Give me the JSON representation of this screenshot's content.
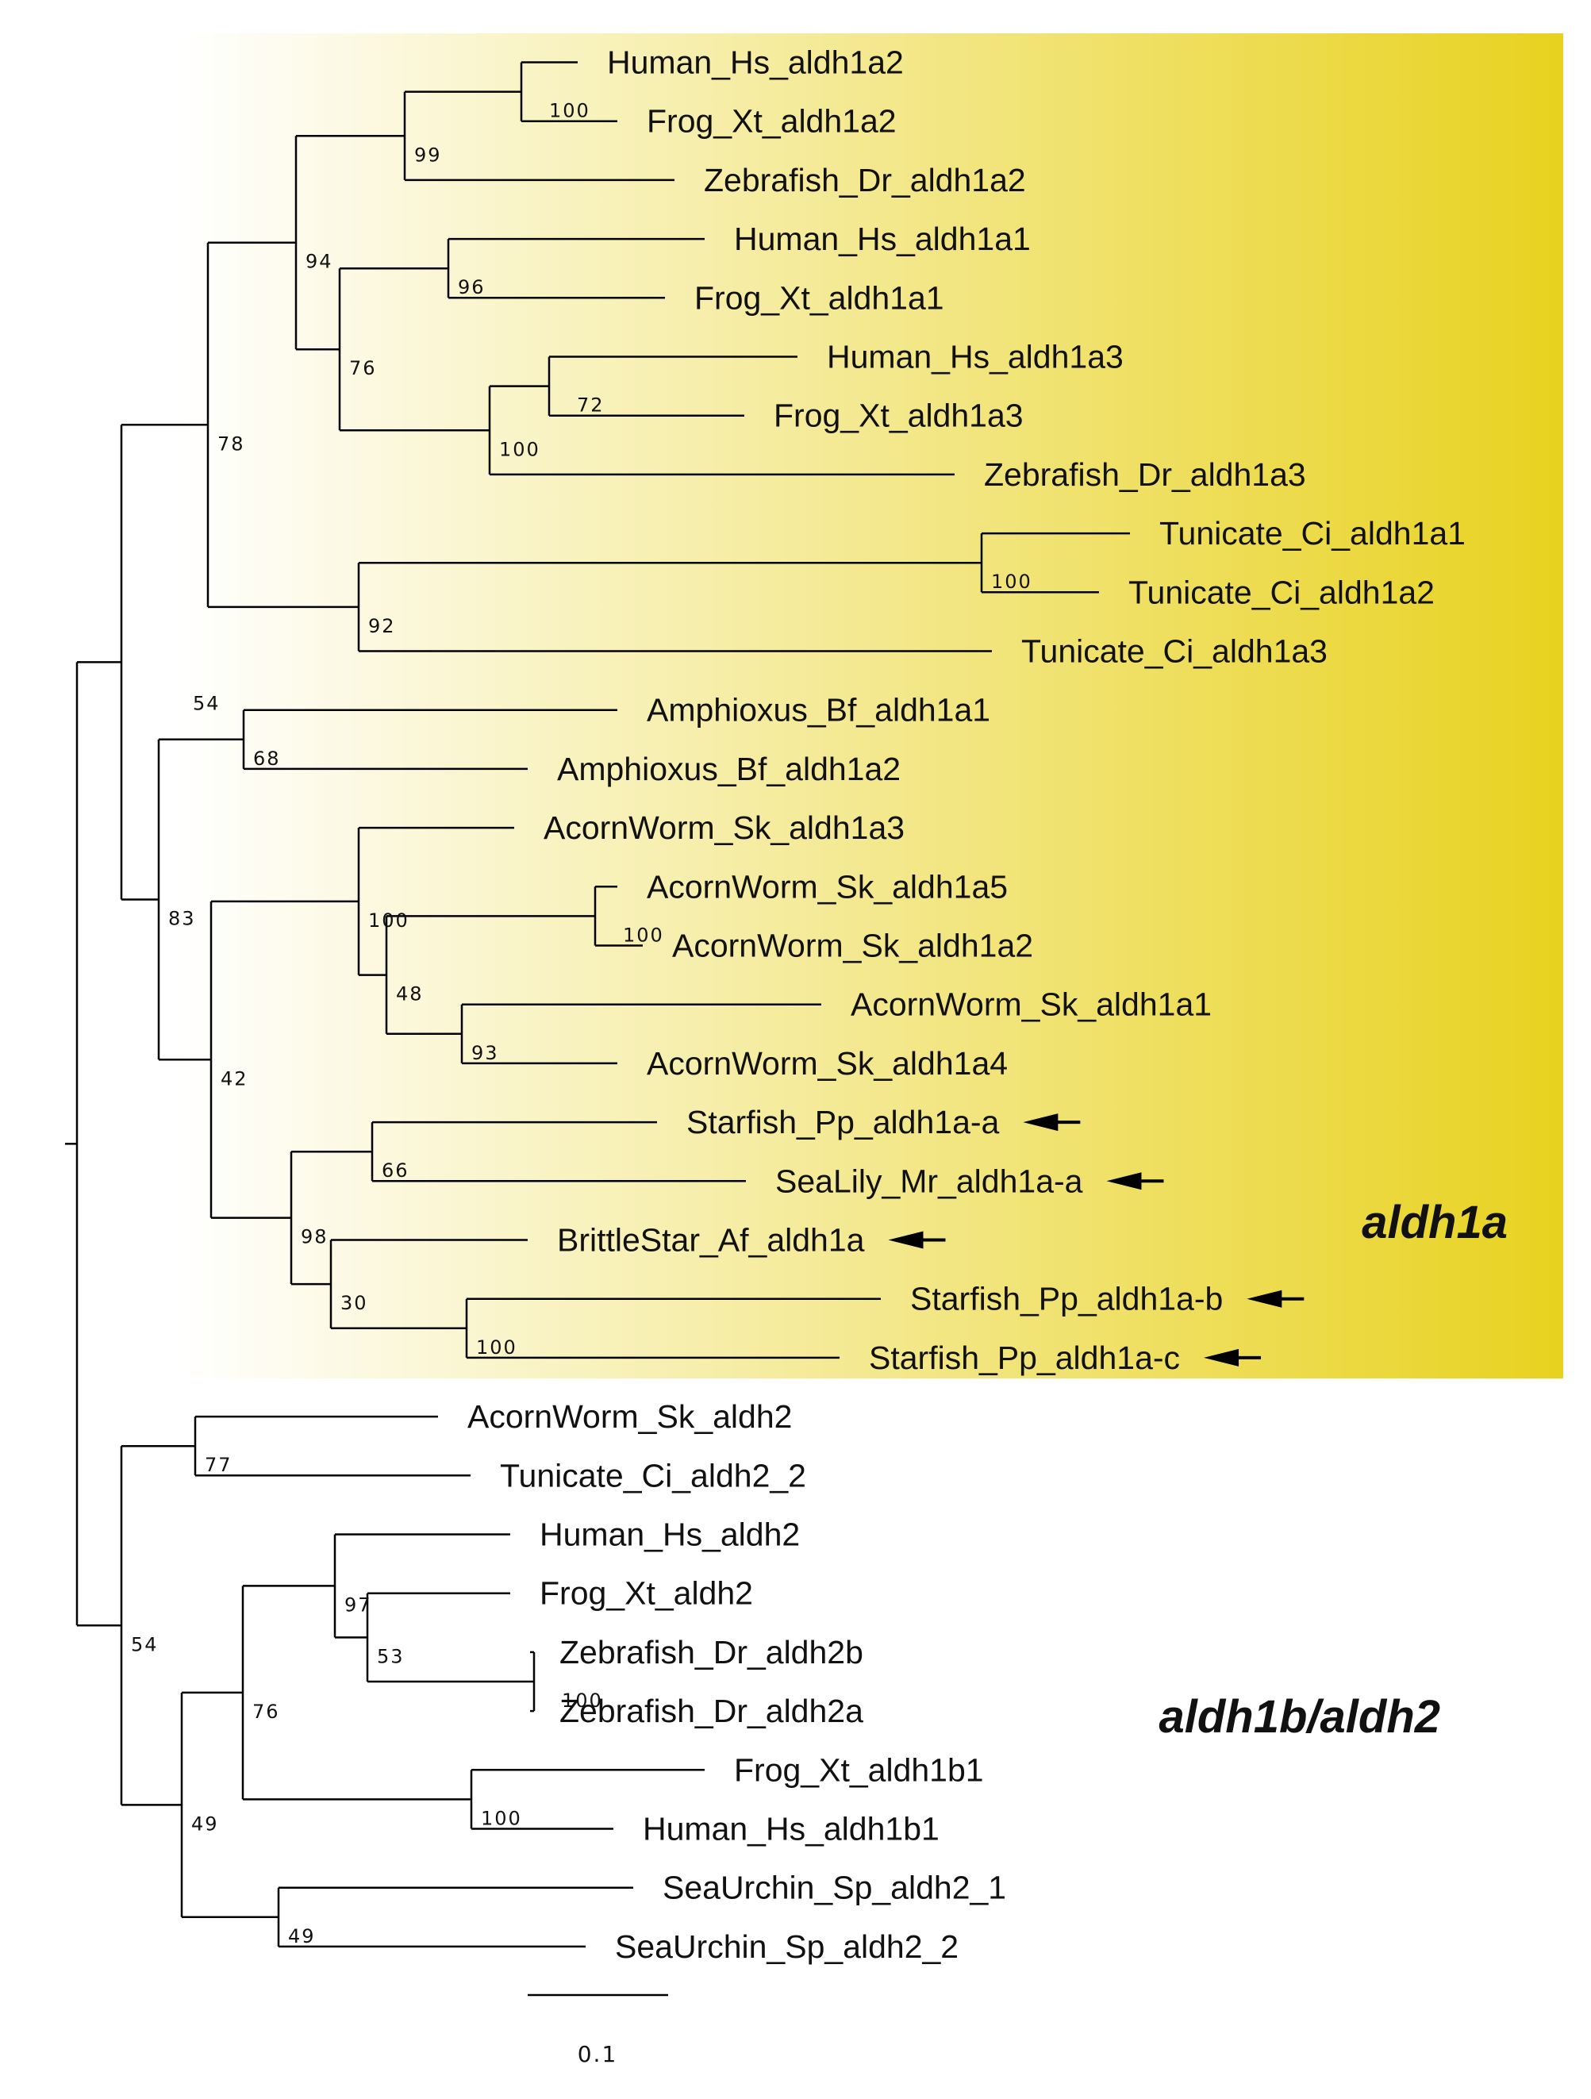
{
  "colors": {
    "highlight_start": "#ffffff",
    "highlight_end": "#e8d21f",
    "line": "#000000",
    "text": "#111111"
  },
  "groups": {
    "aldh1a": "aldh1a",
    "aldh1b_aldh2": "aldh1b/aldh2"
  },
  "scale_bar": {
    "label": "0.1"
  },
  "leaves": [
    {
      "id": "L0",
      "label": "Human_Hs_aldh1a2",
      "arrow": false
    },
    {
      "id": "L1",
      "label": "Frog_Xt_aldh1a2",
      "arrow": false
    },
    {
      "id": "L2",
      "label": "Zebrafish_Dr_aldh1a2",
      "arrow": false
    },
    {
      "id": "L3",
      "label": "Human_Hs_aldh1a1",
      "arrow": false
    },
    {
      "id": "L4",
      "label": "Frog_Xt_aldh1a1",
      "arrow": false
    },
    {
      "id": "L5",
      "label": "Human_Hs_aldh1a3",
      "arrow": false
    },
    {
      "id": "L6",
      "label": "Frog_Xt_aldh1a3",
      "arrow": false
    },
    {
      "id": "L7",
      "label": "Zebrafish_Dr_aldh1a3",
      "arrow": false
    },
    {
      "id": "L8",
      "label": "Tunicate_Ci_aldh1a1",
      "arrow": false
    },
    {
      "id": "L9",
      "label": "Tunicate_Ci_aldh1a2",
      "arrow": false
    },
    {
      "id": "L10",
      "label": "Tunicate_Ci_aldh1a3",
      "arrow": false
    },
    {
      "id": "L11",
      "label": "Amphioxus_Bf_aldh1a1",
      "arrow": false
    },
    {
      "id": "L12",
      "label": "Amphioxus_Bf_aldh1a2",
      "arrow": false
    },
    {
      "id": "L13",
      "label": "AcornWorm_Sk_aldh1a3",
      "arrow": false
    },
    {
      "id": "L14",
      "label": "AcornWorm_Sk_aldh1a5",
      "arrow": false
    },
    {
      "id": "L15",
      "label": "AcornWorm_Sk_aldh1a2",
      "arrow": false
    },
    {
      "id": "L16",
      "label": "AcornWorm_Sk_aldh1a1",
      "arrow": false
    },
    {
      "id": "L17",
      "label": "AcornWorm_Sk_aldh1a4",
      "arrow": false
    },
    {
      "id": "L18",
      "label": "Starfish_Pp_aldh1a-a",
      "arrow": true
    },
    {
      "id": "L19",
      "label": "SeaLily_Mr_aldh1a-a",
      "arrow": true
    },
    {
      "id": "L20",
      "label": "BrittleStar_Af_aldh1a",
      "arrow": true
    },
    {
      "id": "L21",
      "label": "Starfish_Pp_aldh1a-b",
      "arrow": true
    },
    {
      "id": "L22",
      "label": "Starfish_Pp_aldh1a-c",
      "arrow": true
    },
    {
      "id": "L23",
      "label": "AcornWorm_Sk_aldh2",
      "arrow": false
    },
    {
      "id": "L24",
      "label": "Tunicate_Ci_aldh2_2",
      "arrow": false
    },
    {
      "id": "L25",
      "label": "Human_Hs_aldh2",
      "arrow": false
    },
    {
      "id": "L26",
      "label": "Frog_Xt_aldh2",
      "arrow": false
    },
    {
      "id": "L27",
      "label": "Zebrafish_Dr_aldh2b",
      "arrow": false
    },
    {
      "id": "L28",
      "label": "Zebrafish_Dr_aldh2a",
      "arrow": false
    },
    {
      "id": "L29",
      "label": "Frog_Xt_aldh1b1",
      "arrow": false
    },
    {
      "id": "L30",
      "label": "Human_Hs_aldh1b1",
      "arrow": false
    },
    {
      "id": "L31",
      "label": "SeaUrchin_Sp_aldh2_1",
      "arrow": false
    },
    {
      "id": "L32",
      "label": "SeaUrchin_Sp_aldh2_2",
      "arrow": false
    }
  ],
  "nodes": [
    {
      "id": "n1",
      "children": [
        "L0",
        "L1"
      ],
      "support": "100"
    },
    {
      "id": "n2",
      "children": [
        "n1",
        "L2"
      ],
      "support": "99"
    },
    {
      "id": "n3",
      "children": [
        "L3",
        "L4"
      ],
      "support": "96"
    },
    {
      "id": "n4",
      "children": [
        "L5",
        "L6"
      ],
      "support": "72"
    },
    {
      "id": "n5",
      "children": [
        "n4",
        "L7"
      ],
      "support": "100"
    },
    {
      "id": "n6",
      "children": [
        "n3",
        "n5"
      ],
      "support": "76"
    },
    {
      "id": "n7",
      "children": [
        "n2",
        "n6"
      ],
      "support": "94"
    },
    {
      "id": "n8",
      "children": [
        "L8",
        "L9"
      ],
      "support": "100"
    },
    {
      "id": "n9",
      "children": [
        "n8",
        "L10"
      ],
      "support": "92"
    },
    {
      "id": "n10",
      "children": [
        "n7",
        "n9"
      ],
      "support": "78"
    },
    {
      "id": "n11",
      "children": [
        "L11",
        "L12"
      ],
      "support": "68"
    },
    {
      "id": "n12",
      "children": [
        "L14",
        "L15"
      ],
      "support": "100"
    },
    {
      "id": "n13",
      "children": [
        "L16",
        "L17"
      ],
      "support": "93"
    },
    {
      "id": "n14",
      "children": [
        "n12",
        "n13"
      ],
      "support": "48"
    },
    {
      "id": "n15",
      "children": [
        "L13",
        "n14"
      ],
      "support": "100"
    },
    {
      "id": "n16",
      "children": [
        "L18",
        "L19"
      ],
      "support": "66"
    },
    {
      "id": "n17",
      "children": [
        "L21",
        "L22"
      ],
      "support": "100"
    },
    {
      "id": "n18",
      "children": [
        "L20",
        "n17"
      ],
      "support": "30"
    },
    {
      "id": "n19",
      "children": [
        "n16",
        "n18"
      ],
      "support": "98"
    },
    {
      "id": "n20",
      "children": [
        "n15",
        "n19"
      ],
      "support": "42"
    },
    {
      "id": "n21",
      "children": [
        "n11",
        "n20"
      ],
      "support": "83"
    },
    {
      "id": "n22",
      "children": [
        "n10",
        "n21"
      ],
      "support": "54"
    },
    {
      "id": "n23",
      "children": [
        "L23",
        "L24"
      ],
      "support": "77"
    },
    {
      "id": "n24",
      "children": [
        "L27",
        "L28"
      ],
      "support": "100"
    },
    {
      "id": "n25",
      "children": [
        "L26",
        "n24"
      ],
      "support": "53"
    },
    {
      "id": "n26",
      "children": [
        "L25",
        "n25"
      ],
      "support": "97"
    },
    {
      "id": "n27",
      "children": [
        "L29",
        "L30"
      ],
      "support": "100"
    },
    {
      "id": "n28",
      "children": [
        "n26",
        "n27"
      ],
      "support": "76"
    },
    {
      "id": "n29",
      "children": [
        "L31",
        "L32"
      ],
      "support": "49"
    },
    {
      "id": "n30",
      "children": [
        "n28",
        "n29"
      ],
      "support": "49"
    },
    {
      "id": "n31",
      "children": [
        "n23",
        "n30"
      ],
      "support": "54"
    },
    {
      "id": "root",
      "children": [
        "n22",
        "n31"
      ],
      "support": ""
    }
  ]
}
